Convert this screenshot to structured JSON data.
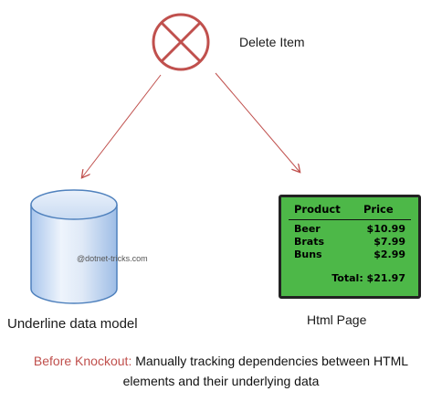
{
  "delete_node": {
    "label": "Delete Item",
    "icon": "x-circle-icon",
    "color": "#c0504d"
  },
  "data_model": {
    "label": "Underline data model",
    "icon": "database-cylinder-icon",
    "watermark": "@dotnet-tricks.com"
  },
  "html_page": {
    "label": "Html Page",
    "background": "#4db848",
    "table": {
      "headers": [
        "Product",
        "Price"
      ],
      "rows": [
        {
          "product": "Beer",
          "price": "$10.99"
        },
        {
          "product": "Brats",
          "price": "$7.99"
        },
        {
          "product": "Buns",
          "price": "$2.99"
        }
      ],
      "total": "Total: $21.97"
    }
  },
  "caption": {
    "highlight": "Before Knockout",
    "separator": ":",
    "line1": " Manually tracking dependencies between HTML",
    "line2": "elements and their underlying data"
  },
  "colors": {
    "arrow": "#c0504d",
    "accent": "#c0504d"
  }
}
